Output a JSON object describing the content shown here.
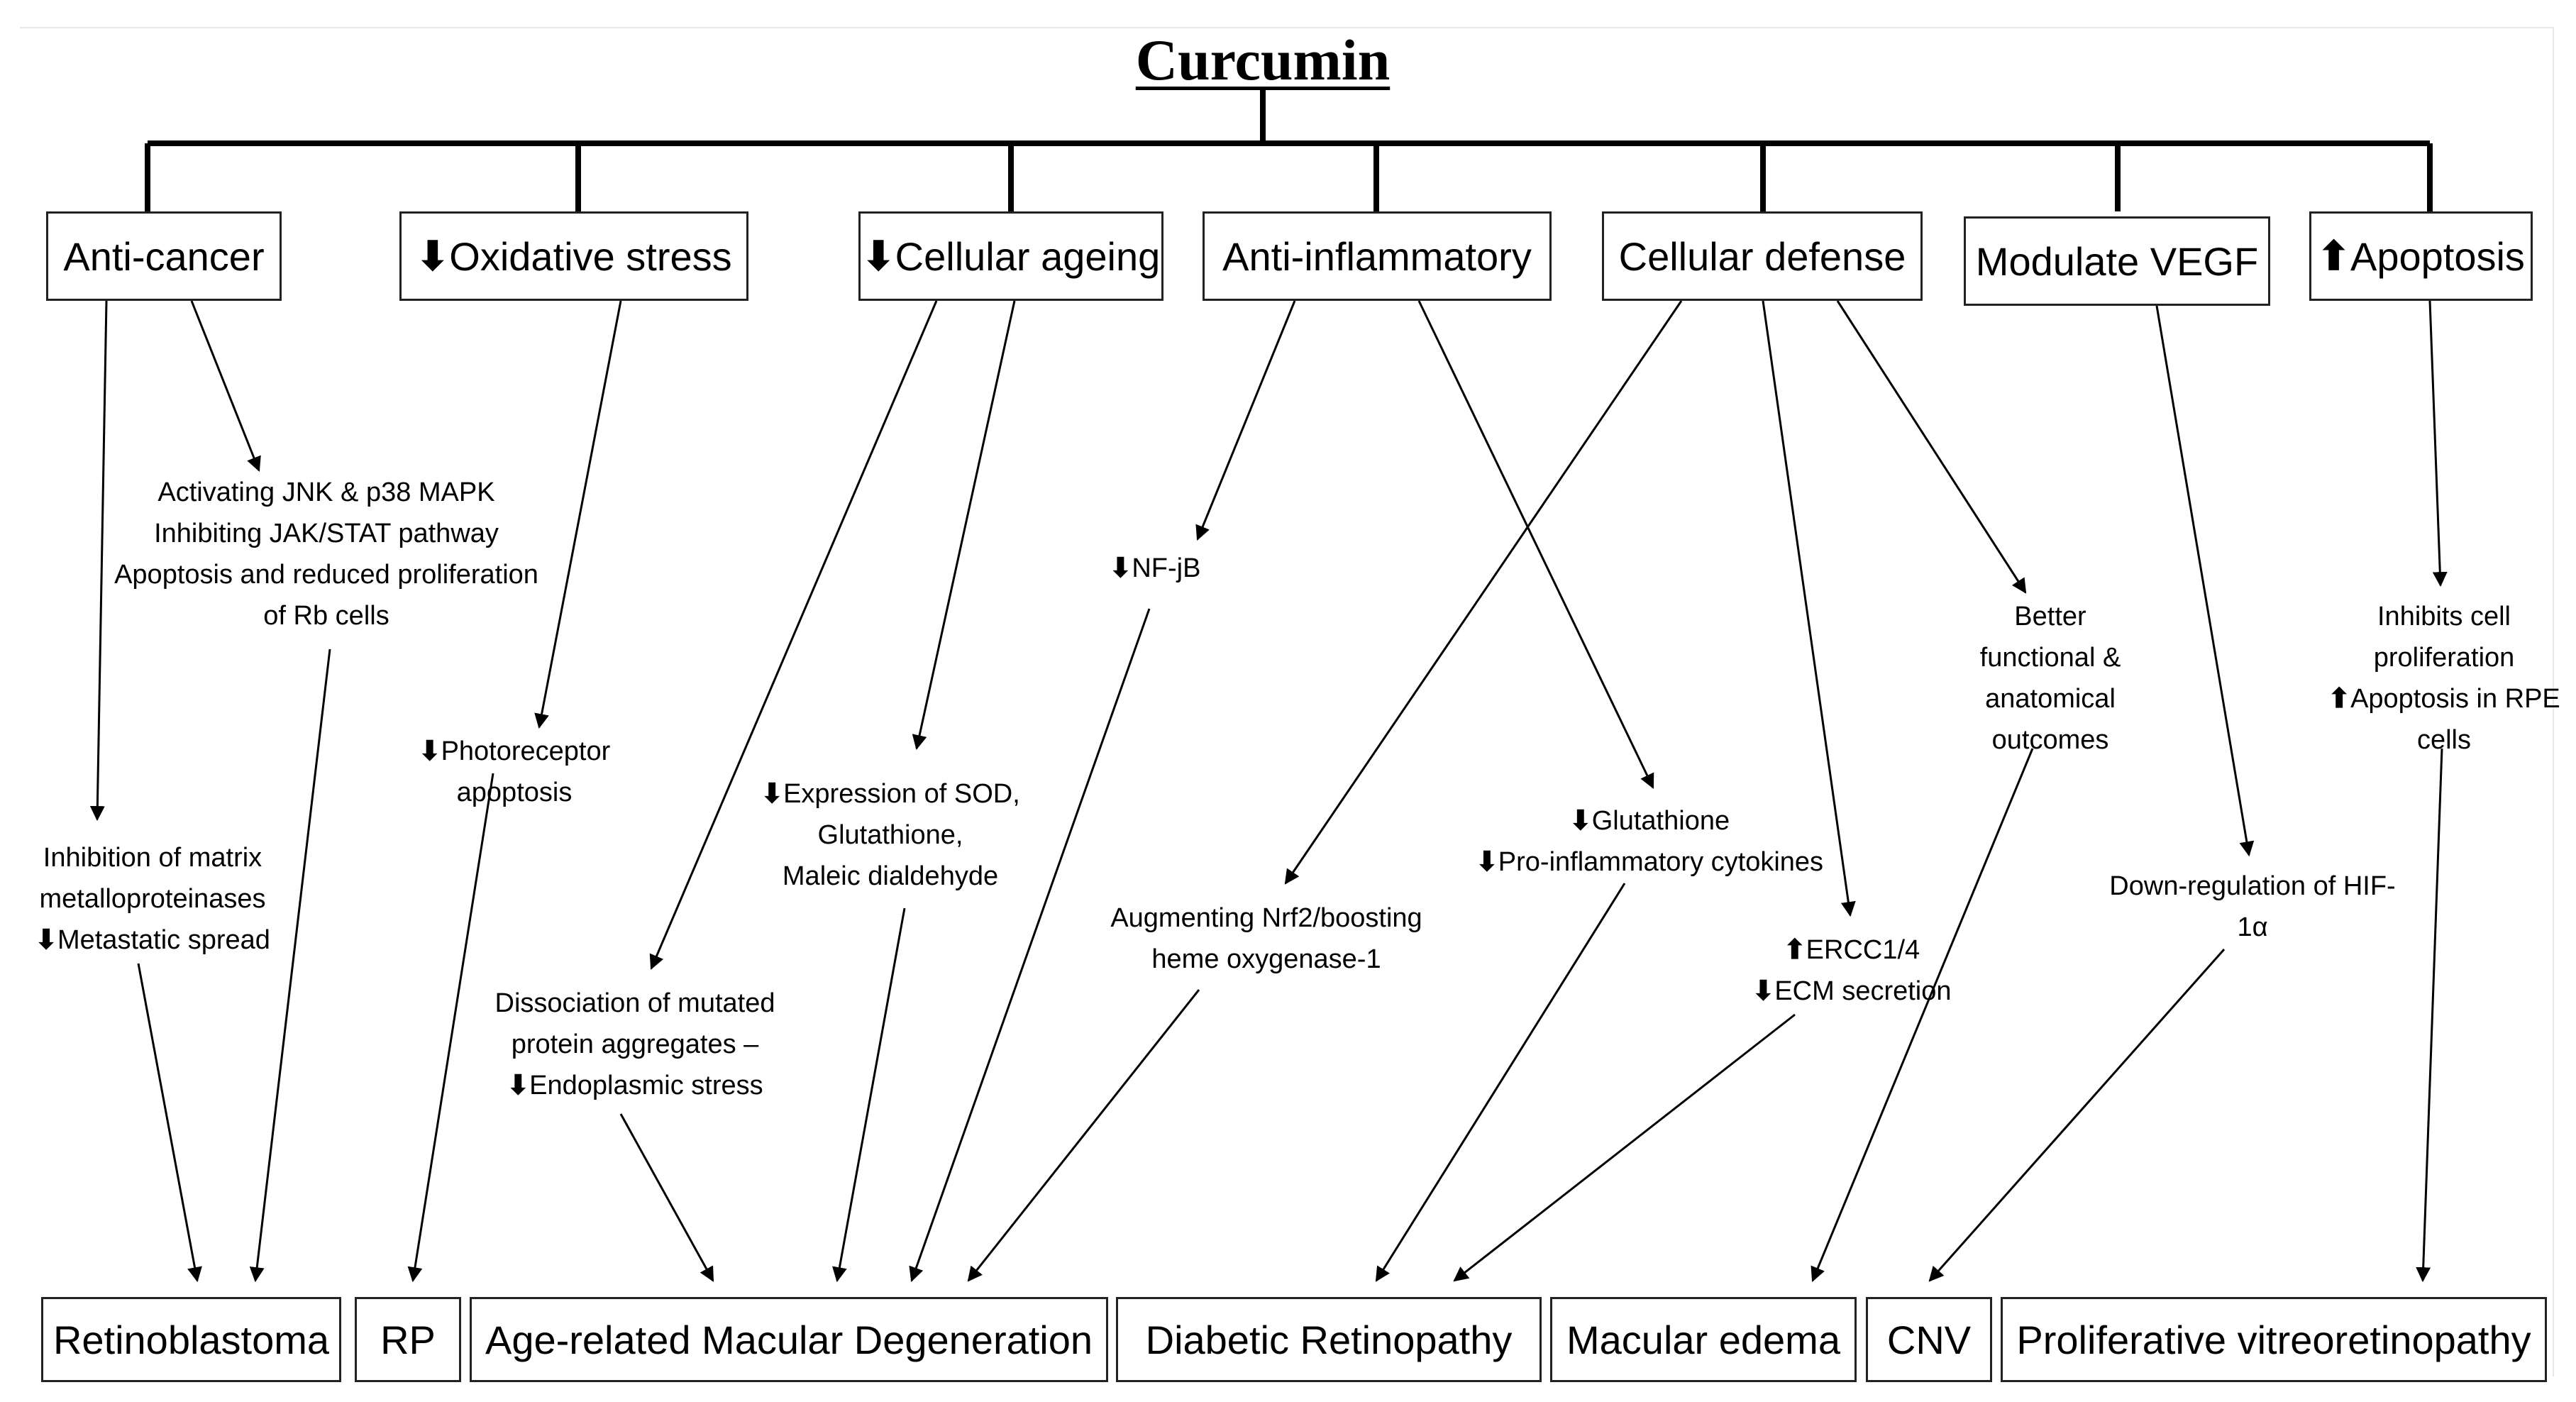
{
  "title": "Curcumin",
  "mechanisms": [
    {
      "id": "anti-cancer",
      "label": "Anti-cancer",
      "arrow": ""
    },
    {
      "id": "oxidative-stress",
      "label": "Oxidative stress",
      "arrow": "⬇"
    },
    {
      "id": "cellular-ageing",
      "label": "Cellular ageing",
      "arrow": "⬇"
    },
    {
      "id": "anti-inflammatory",
      "label": "Anti-inflammatory",
      "arrow": ""
    },
    {
      "id": "cellular-defense",
      "label": "Cellular defense",
      "arrow": ""
    },
    {
      "id": "modulate-vegf",
      "label": "Modulate VEGF",
      "arrow": ""
    },
    {
      "id": "apoptosis",
      "label": "Apoptosis",
      "arrow": "⬆"
    }
  ],
  "effects": [
    {
      "id": "jnk-mapk",
      "lines": [
        {
          "arrow": "",
          "text": "Activating JNK & p38 MAPK"
        },
        {
          "arrow": "",
          "text": "Inhibiting JAK/STAT pathway"
        },
        {
          "arrow": "",
          "text": "Apoptosis and reduced proliferation"
        },
        {
          "arrow": "",
          "text": "of Rb cells"
        }
      ]
    },
    {
      "id": "matrix-mmp",
      "lines": [
        {
          "arrow": "",
          "text": "Inhibition of matrix"
        },
        {
          "arrow": "",
          "text": "metalloproteinases"
        },
        {
          "arrow": "⬇",
          "text": "Metastatic spread"
        }
      ]
    },
    {
      "id": "photoreceptor",
      "lines": [
        {
          "arrow": "⬇",
          "text": "Photoreceptor"
        },
        {
          "arrow": "",
          "text": "apoptosis"
        }
      ]
    },
    {
      "id": "sod-expression",
      "lines": [
        {
          "arrow": "⬇",
          "text": "Expression of SOD,"
        },
        {
          "arrow": "",
          "text": "Glutathione,"
        },
        {
          "arrow": "",
          "text": "Maleic dialdehyde"
        }
      ]
    },
    {
      "id": "protein-aggregates",
      "lines": [
        {
          "arrow": "",
          "text": "Dissociation of mutated"
        },
        {
          "arrow": "",
          "text": "protein aggregates –"
        },
        {
          "arrow": "⬇",
          "text": "Endoplasmic stress"
        }
      ]
    },
    {
      "id": "nf-jb",
      "lines": [
        {
          "arrow": "⬇",
          "text": "NF-jB"
        }
      ]
    },
    {
      "id": "nrf2",
      "lines": [
        {
          "arrow": "",
          "text": "Augmenting Nrf2/boosting"
        },
        {
          "arrow": "",
          "text": "heme oxygenase-1"
        }
      ]
    },
    {
      "id": "glutathione",
      "lines": [
        {
          "arrow": "⬇",
          "text": "Glutathione"
        },
        {
          "arrow": "⬇",
          "text": "Pro-inflammatory cytokines"
        }
      ]
    },
    {
      "id": "ercc",
      "lines": [
        {
          "arrow": "⬆",
          "text": "ERCC1/4"
        },
        {
          "arrow": "⬇",
          "text": "ECM secretion"
        }
      ]
    },
    {
      "id": "better-outcomes",
      "lines": [
        {
          "arrow": "",
          "text": "Better"
        },
        {
          "arrow": "",
          "text": "functional &"
        },
        {
          "arrow": "",
          "text": "anatomical"
        },
        {
          "arrow": "",
          "text": "outcomes"
        }
      ]
    },
    {
      "id": "hif",
      "lines": [
        {
          "arrow": "",
          "text": "Down-regulation of HIF-"
        },
        {
          "arrow": "",
          "text": "1α"
        }
      ]
    },
    {
      "id": "rpe",
      "lines": [
        {
          "arrow": "",
          "text": "Inhibits cell"
        },
        {
          "arrow": "",
          "text": "proliferation"
        },
        {
          "arrow": "⬆",
          "text": "Apoptosis in RPE"
        },
        {
          "arrow": "",
          "text": "cells"
        }
      ]
    }
  ],
  "diseases": [
    {
      "id": "retinoblastoma",
      "label": "Retinoblastoma"
    },
    {
      "id": "rp",
      "label": "RP"
    },
    {
      "id": "amd",
      "label": "Age-related Macular Degeneration"
    },
    {
      "id": "diabetic-retinopathy",
      "label": "Diabetic Retinopathy"
    },
    {
      "id": "macular-edema",
      "label": "Macular edema"
    },
    {
      "id": "cnv",
      "label": "CNV"
    },
    {
      "id": "pvr",
      "label": "Proliferative vitreoretinopathy"
    }
  ]
}
